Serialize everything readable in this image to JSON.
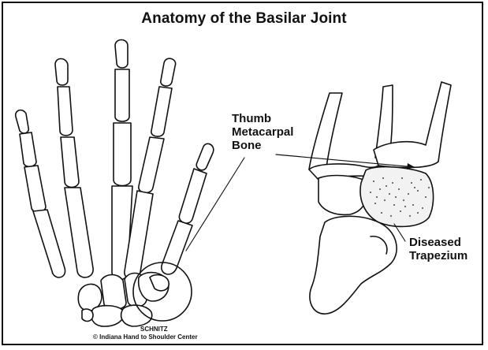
{
  "title": "Anatomy of the Basilar Joint",
  "labels": {
    "thumb_metacarpal": [
      "Thumb",
      "Metacarpal",
      "Bone"
    ],
    "diseased_trapezium": [
      "Diseased",
      "Trapezium"
    ]
  },
  "credits": {
    "artist": "SCHNITZ",
    "copyright": "© Indiana Hand to Shoulder Center"
  },
  "colors": {
    "ink": "#111111",
    "background": "#ffffff"
  }
}
